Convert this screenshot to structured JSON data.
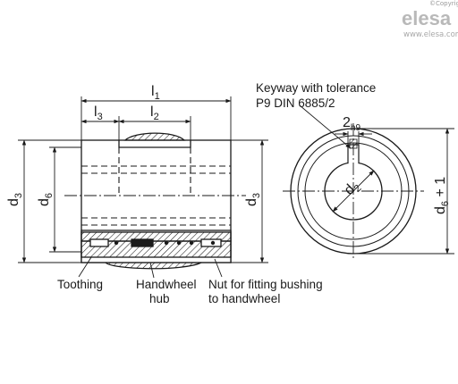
{
  "watermark": {
    "copyright": "©Copyright",
    "logo": "elesa",
    "url": "www.elesa.com"
  },
  "dimensions": {
    "l1_base": "l",
    "l1_sub": "1",
    "l2_base": "l",
    "l2_sub": "2",
    "l3_base": "l",
    "l3_sub": "3",
    "d3_base": "d",
    "d3_sub": "3",
    "d6_base": "d",
    "d6_sub": "6",
    "d2_base": "d",
    "d2_sub": "2",
    "d6p1_base": "d",
    "d6p1_sub": "6",
    "d6p1_suffix": " + 1",
    "keyway_width_base": "2",
    "keyway_width_sub": "h9"
  },
  "notes": {
    "keyway_line1": "Keyway with tolerance",
    "keyway_line2": "P9 DIN 6885/2",
    "toothing": "Toothing",
    "handwheel_line1": "Handwheel",
    "handwheel_line2": "hub",
    "nut_line1": "Nut for fitting bushing",
    "nut_line2": "to handwheel"
  },
  "colors": {
    "line": "#1a1a1a",
    "hatch": "#1a1a1a",
    "body_fill": "#ffffff"
  }
}
